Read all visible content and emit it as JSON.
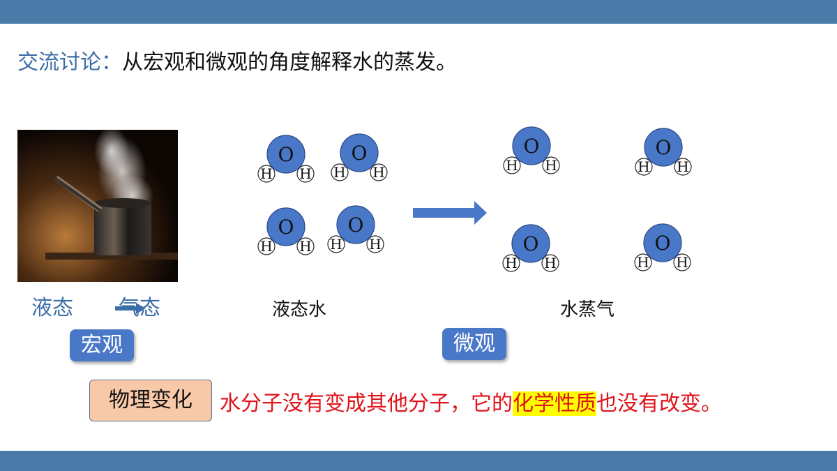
{
  "title": {
    "lead": "交流讨论：",
    "text": "从宏观和微观的角度解释水的蒸发。"
  },
  "photo": {
    "description_icon": "steaming-pot-image"
  },
  "macro": {
    "from_state": "液态",
    "to_state": "气态",
    "tag": "宏观"
  },
  "micro": {
    "tag": "微观",
    "liquid_caption": "液态水",
    "vapor_caption": "水蒸气",
    "atom_o": "O",
    "atom_h": "H"
  },
  "conclusion": {
    "box_label": "物理变化",
    "text_before": "水分子没有变成其他分子，它的",
    "highlight": "化学性质",
    "text_after": "也没有改变。"
  },
  "colors": {
    "bar": "#4a7aa8",
    "accent_blue": "#3b6ea8",
    "tag_blue": "#4a78c8",
    "oxygen": "#4a78c8",
    "conclusion_red": "#e0121a",
    "highlight": "#ffff00",
    "phys_box": "#f8c9a8"
  }
}
